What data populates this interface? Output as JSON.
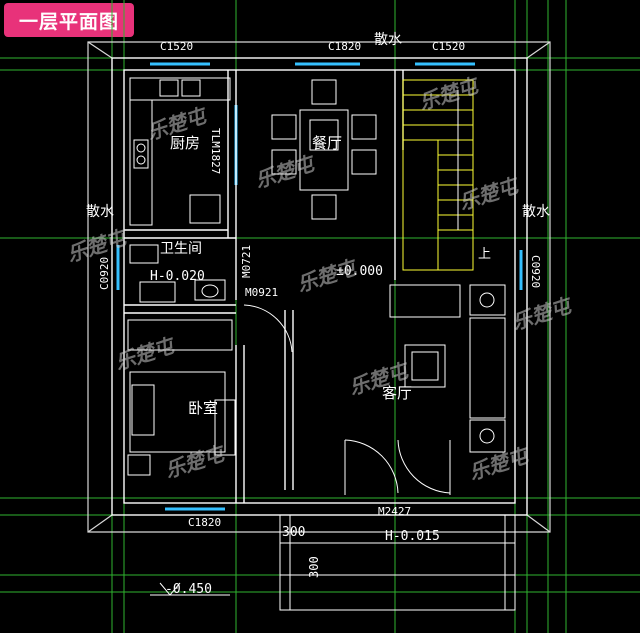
{
  "title": "一层平面图",
  "watermark": "乐楚屯",
  "colors": {
    "wall": "#ffffff",
    "grid": "#2fb32f",
    "window": "#35c0ff",
    "dimension": "#d8d8d8",
    "furniture": "#ffffff",
    "title_bg": "#e8327a"
  },
  "rooms": {
    "kitchen": "厨房",
    "dining": "餐厅",
    "bathroom": "卫生间",
    "bedroom": "卧室",
    "living": "客厅"
  },
  "labels": {
    "apron_top": "散水",
    "apron_left": "散水",
    "apron_right": "散水",
    "stairs_up": "上",
    "floor_level": "±0.000",
    "bath_level": "H-0.020",
    "porch_level": "H-0.015",
    "ground_level": "-0.450",
    "step_1": "300",
    "step_2": "300"
  },
  "openings": {
    "window_top_left": "C1520",
    "window_top_mid": "C1820",
    "window_top_right": "C1520",
    "window_bottom_left": "C1820",
    "window_left": "C0920",
    "window_right": "C0920",
    "kitchen_door": "TLM1827",
    "bath_door": "M0721",
    "bedroom_door": "M0921",
    "main_door": "M2427"
  }
}
